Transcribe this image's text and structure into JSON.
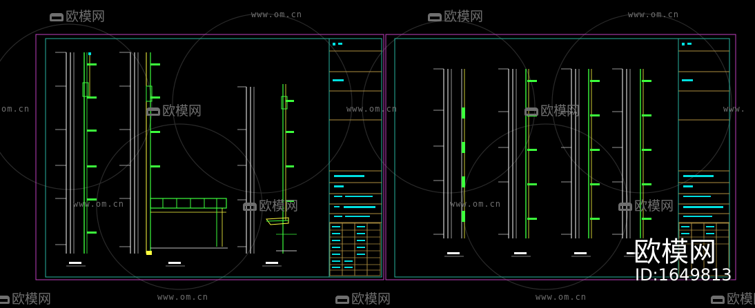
{
  "watermark": {
    "logo_text": "欧模网",
    "url_text": "www.om.cn",
    "url_text_partial_left": "om.cn",
    "url_text_partial_right": "www."
  },
  "stamp": {
    "logo_text": "欧模网",
    "id_text": "ID:1649813"
  },
  "colors": {
    "background": "#000000",
    "sheet_border": "#c040c0",
    "frame": "#28b4a0",
    "wall_line": "#ffffff",
    "level_line": "#ffffff",
    "bracket": "#3cff3c",
    "glass": "#ffff40",
    "title_block_band": "#b09040",
    "title_text": "#00e0e0"
  },
  "sheets": [
    {
      "name": "sheet-left"
    },
    {
      "name": "sheet-right"
    }
  ]
}
